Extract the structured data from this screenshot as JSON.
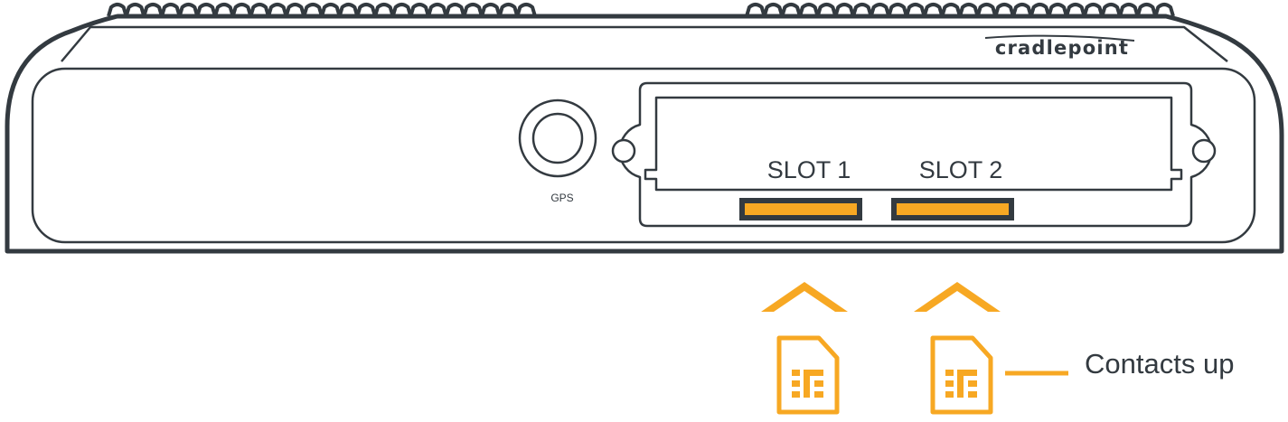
{
  "brand": "cradlepoint",
  "gps_label": "GPS",
  "slots": [
    {
      "label": "SLOT 1"
    },
    {
      "label": "SLOT 2"
    }
  ],
  "callout": "Contacts up",
  "colors": {
    "outline": "#333a40",
    "accent": "#f7a823",
    "background": "#ffffff"
  },
  "icons": {
    "arrow": "chevron-up-icon",
    "sim": "sim-card-icon",
    "antenna": "gps-antenna-connector"
  }
}
